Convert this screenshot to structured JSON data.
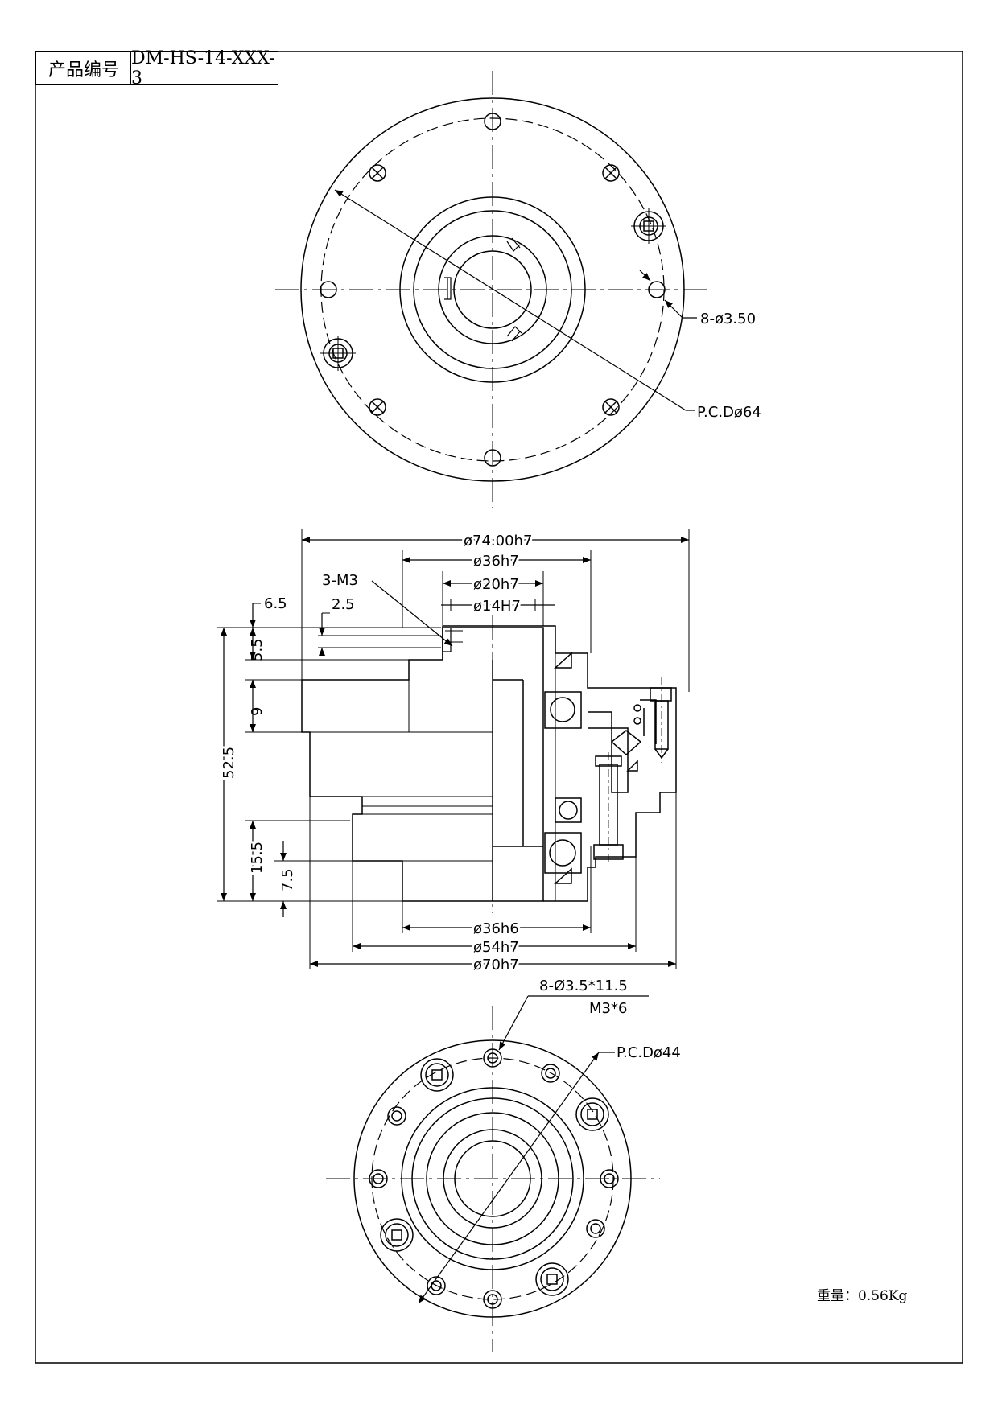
{
  "title_block": {
    "label": "产品编号",
    "product_code": "DM-HS-14-XXX-3"
  },
  "top_view": {
    "hole_callout": "8-ø3.50",
    "pcd_callout": "P.C.Dø64"
  },
  "side_view": {
    "dims_top": [
      "ø74.00h7",
      "ø36h7",
      "ø20h7",
      "ø14H7"
    ],
    "thread_callout": "3-M3",
    "small_dims": [
      "6.5",
      "2.5"
    ],
    "left_dims": [
      "5.5",
      "9",
      "52.5",
      "15.5",
      "7.5"
    ],
    "dims_bottom": [
      "ø36h6",
      "ø54h7",
      "ø70h7"
    ]
  },
  "bottom_view": {
    "hole_callout": "8-Ø3.5*11.5",
    "thread_callout": "M3*6",
    "pcd_callout": "P.C.Dø44"
  },
  "weight": "重量：0.56Kg"
}
